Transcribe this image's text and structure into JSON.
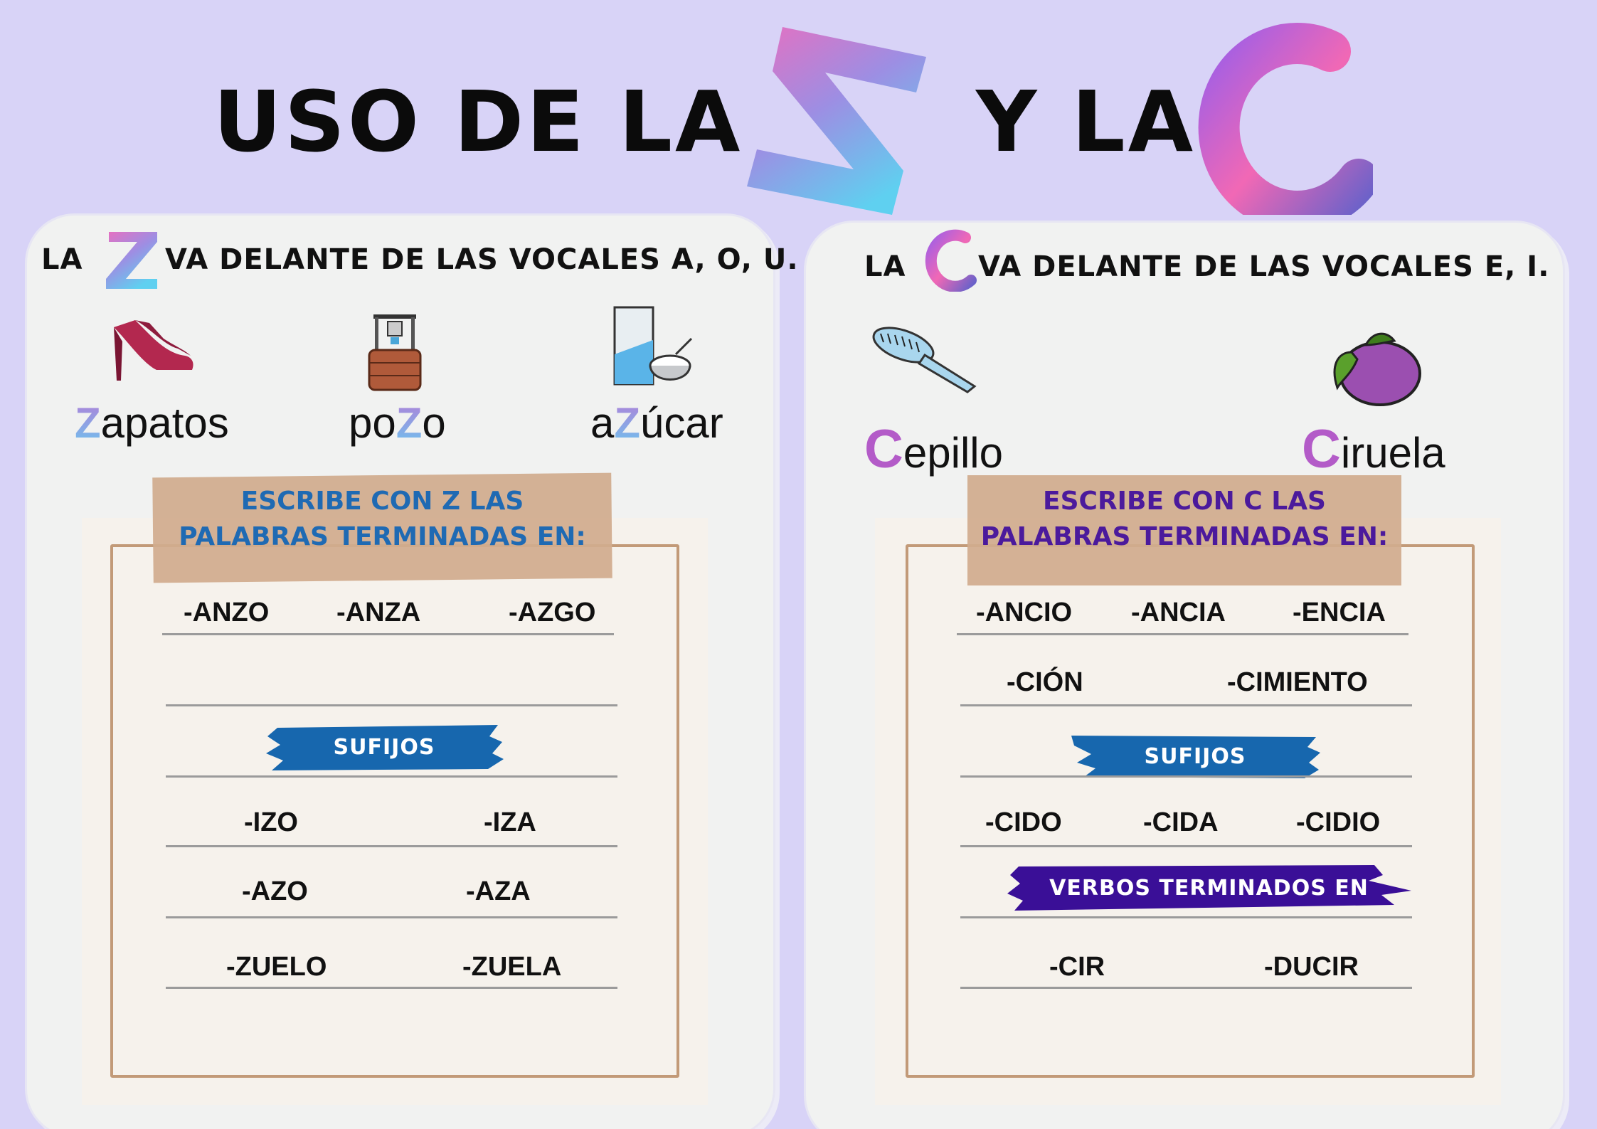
{
  "title": {
    "part1": "USO DE LA",
    "letter_z": "Z",
    "part2": "Y LA",
    "letter_c": "C"
  },
  "colors": {
    "background": "#d8d3f7",
    "card": "#f1f2f1",
    "tape": "#d1ac8e",
    "frame": "#c29a78",
    "blue_heading": "#1f6ab3",
    "purple_heading": "#4b1a9c",
    "sufijos_brush": "#1767ae",
    "verbos_brush": "#3a0f97"
  },
  "left": {
    "header_prefix": "LA",
    "header_letter": "Z",
    "header_text": "VA DELANTE DE  LAS VOCALES A, O, U.",
    "examples": [
      {
        "icon": "high-heel-shoe-icon",
        "pre": "",
        "letter": "Z",
        "post": "apatos"
      },
      {
        "icon": "water-well-icon",
        "pre": "po",
        "letter": "Z",
        "post": "o"
      },
      {
        "icon": "sugar-bag-icon",
        "pre": "a",
        "letter": "Z",
        "post": "úcar"
      }
    ],
    "tape_line1": "ESCRIBE CON Z LAS",
    "tape_line2": "PALABRAS TERMINADAS EN:",
    "row1": [
      "-ANZO",
      "-ANZA",
      "-AZGO"
    ],
    "sufijos_label": "SUFIJOS",
    "row2": [
      "-IZO",
      "-IZA"
    ],
    "row3": [
      "-AZO",
      "-AZA"
    ],
    "row4": [
      "-ZUELO",
      "-ZUELA"
    ]
  },
  "right": {
    "header_prefix": "LA",
    "header_letter": "C",
    "header_text": "VA DELANTE  DE LAS VOCALES E, I.",
    "examples": [
      {
        "icon": "hairbrush-icon",
        "letter": "C",
        "post": "epillo"
      },
      {
        "icon": "plum-icon",
        "letter": "C",
        "post": "iruela"
      }
    ],
    "tape_line1": "ESCRIBE CON C LAS",
    "tape_line2": "PALABRAS TERMINADAS EN:",
    "row1": [
      "-ANCIO",
      "-ANCIA",
      "-ENCIA"
    ],
    "row2": [
      "-CIÓN",
      "-CIMIENTO"
    ],
    "sufijos_label": "SUFIJOS",
    "row3": [
      "-CIDO",
      "-CIDA",
      "-CIDIO"
    ],
    "verbos_label": "VERBOS TERMINADOS EN",
    "row4": [
      "-CIR",
      "-DUCIR"
    ]
  }
}
